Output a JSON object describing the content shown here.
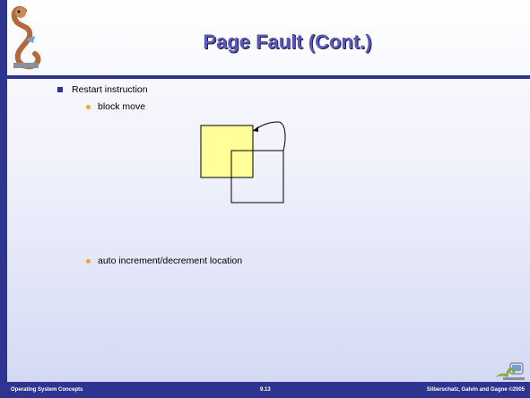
{
  "slide": {
    "title": "Page Fault (Cont.)",
    "bullets": [
      {
        "text": "Restart instruction",
        "sub_items": [
          {
            "text": "block move"
          },
          {
            "text": "auto increment/decrement location"
          }
        ]
      }
    ]
  },
  "diagram": {
    "name": "block-move-overlap",
    "source_block_fill": "#ffff9a",
    "destination_block_fill": "none"
  },
  "footer": {
    "left": "Operating System Concepts",
    "center": "9.13",
    "right": "Silberschatz, Galvin and Gagne ©2005"
  },
  "colors": {
    "accent": "#2d3590",
    "title": "#5a58ba",
    "sub_bullet": "#e8a73c"
  },
  "icons": {
    "header_logo": "dinosaur-logo-icon",
    "footer_logo": "dinosaur-computer-icon"
  }
}
